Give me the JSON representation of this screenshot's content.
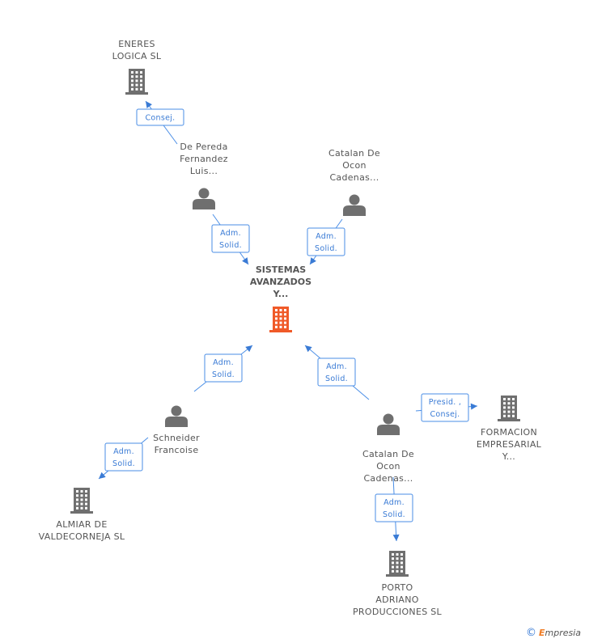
{
  "center": {
    "lines": [
      "SISTEMAS",
      "AVANZADOS",
      "Y..."
    ],
    "color": "#f05a28"
  },
  "companies": [
    {
      "id": "eneres",
      "lines": [
        "ENERES",
        "LOGICA SL"
      ]
    },
    {
      "id": "formacion",
      "lines": [
        "FORMACION",
        "EMPRESARIAL",
        "Y..."
      ]
    },
    {
      "id": "almiar",
      "lines": [
        "ALMIAR DE",
        "VALDECORNEJA SL"
      ]
    },
    {
      "id": "porto",
      "lines": [
        "PORTO",
        "ADRIANO",
        "PRODUCCIONES SL"
      ]
    }
  ],
  "people": [
    {
      "id": "pereda",
      "lines": [
        "De Pereda",
        "Fernandez",
        "Luis..."
      ]
    },
    {
      "id": "catalan1",
      "lines": [
        "Catalan De",
        "Ocon",
        "Cadenas..."
      ]
    },
    {
      "id": "schneider",
      "lines": [
        "Schneider",
        "Francoise"
      ]
    },
    {
      "id": "catalan2",
      "lines": [
        "Catalan De",
        "Ocon",
        "Cadenas..."
      ]
    }
  ],
  "edges": [
    {
      "id": "pereda-eneres",
      "lines": [
        "Consej."
      ]
    },
    {
      "id": "pereda-center",
      "lines": [
        "Adm.",
        "Solid."
      ]
    },
    {
      "id": "catalan1-center",
      "lines": [
        "Adm.",
        "Solid."
      ]
    },
    {
      "id": "schneider-center",
      "lines": [
        "Adm.",
        "Solid."
      ]
    },
    {
      "id": "catalan2-center",
      "lines": [
        "Adm.",
        "Solid."
      ]
    },
    {
      "id": "catalan2-formacion",
      "lines": [
        "Presid. ,",
        "Consej."
      ]
    },
    {
      "id": "schneider-almiar",
      "lines": [
        "Adm.",
        "Solid."
      ]
    },
    {
      "id": "catalan2-porto",
      "lines": [
        "Adm.",
        "Solid."
      ]
    }
  ],
  "colors": {
    "node_gray": "#6f6f6f",
    "edge_blue": "#4a8ee6",
    "accent": "#f05a28"
  },
  "footer": {
    "copyright_symbol": "©",
    "brand_first": "E",
    "brand_rest": "mpresia"
  }
}
